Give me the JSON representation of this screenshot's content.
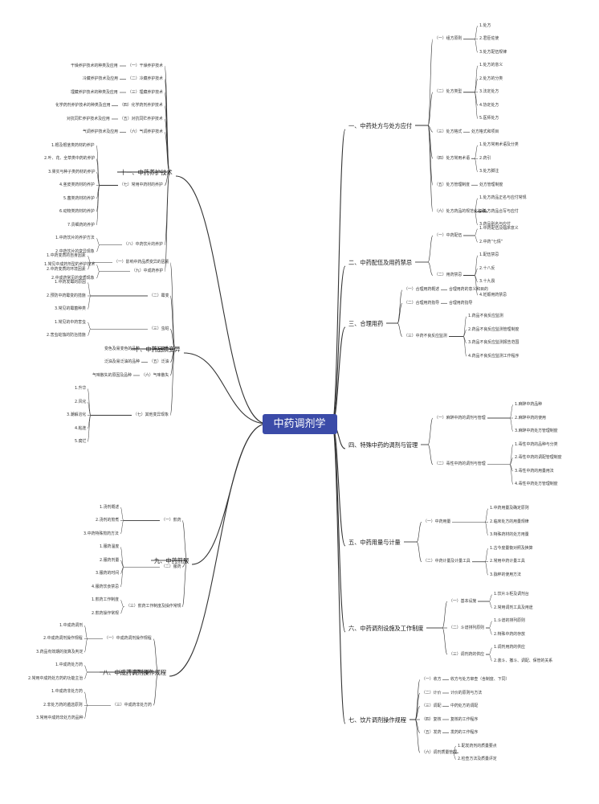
{
  "title": "中药调剂学",
  "branches": [
    {
      "label": "一、中药处方与处方应付",
      "children": [
        {
          "label": "（一）组方原则",
          "children": [
            "1.处方",
            "2.君臣佐使",
            "3.处方配伍规律"
          ]
        },
        {
          "label": "（二）处方类型",
          "children": [
            "1.处方的意义",
            "2.处方的分类",
            "3.法定处方",
            "4.协定处方",
            "5.医师处方"
          ]
        },
        {
          "label": "（三）处方格式",
          "children": [
            "处方格式和项目"
          ]
        },
        {
          "label": "（四）处方常用术语",
          "children": [
            "1.处方常用术语及分类",
            "2.药引",
            "3.处方脚注"
          ]
        },
        {
          "label": "（五）处方管理制度",
          "children": [
            "处方管理制度"
          ]
        },
        {
          "label": "（六）处方药品的规范化名称",
          "children": [
            "1.处方药品正名与应付常规",
            "2.处方药品合写与应付",
            "3.药品别名与应付"
          ]
        }
      ]
    },
    {
      "label": "二、中药配伍及用药禁忌",
      "children": [
        {
          "label": "（一）中药配伍",
          "children": [
            "1.中药配伍及临床意义",
            "2.中药“七情”"
          ]
        },
        {
          "label": "（二）用药禁忌",
          "children": [
            "1.配伍禁忌",
            "2.十八反",
            "3.十九畏",
            "4.妊娠用药禁忌"
          ]
        }
      ]
    },
    {
      "label": "三、合理用药",
      "children": [
        {
          "label": "（一）合理用药概述",
          "children": [
            "合理用药的意义和目的"
          ]
        },
        {
          "label": "（二）合理用药指导",
          "children": [
            "合理用药指导"
          ]
        },
        {
          "label": "（三）中药不良反应监测",
          "children": [
            "1.药品不良反应监测",
            "2.药品不良反应监测管理制度",
            "3.药品不良反应监测报告范围",
            "4.药品不良反应监测工作程序"
          ]
        }
      ]
    },
    {
      "label": "四、特殊中药的调剂与管理",
      "children": [
        {
          "label": "（一）麻醉中药的调剂与管理",
          "children": [
            "1.麻醉中药品种",
            "2.麻醉中药的使用",
            "3.麻醉中药处方管理制度"
          ]
        },
        {
          "label": "（二）毒性中药的调剂与管理",
          "children": [
            "1.毒性中药的品种与分类",
            "2.毒性中药的调配管理制度",
            "3.毒性中药的用量用法",
            "4.毒性中药处方管理制度"
          ]
        }
      ]
    },
    {
      "label": "五、中药用量与计量",
      "children": [
        {
          "label": "（一）中药用量",
          "children": [
            "1.中药用量及确定原则",
            "2.临床处方的用量规律",
            "3.特殊药材的处方用量"
          ]
        },
        {
          "label": "（二）中药计量及计量工具",
          "children": [
            "1.古今度量衡对照及换算",
            "2.常用中药计量工具",
            "3.戥秤的使用方法"
          ]
        }
      ]
    },
    {
      "label": "六、中药调剂设施及工作制度",
      "children": [
        {
          "label": "（一）基本设施",
          "children": [
            "1.饮片斗柜及调剂台",
            "2.常用调剂工具及用途"
          ]
        },
        {
          "label": "（二）斗谱排列原则",
          "children": [
            "1.斗谱的排列原则",
            "2.特殊中药的存放"
          ]
        },
        {
          "label": "（三）调剂药的供应",
          "children": [
            "1.调剂用药的供应",
            "2.装斗、撤斗、调配、保管的关系"
          ]
        }
      ]
    },
    {
      "label": "七、饮片调剂操作规程",
      "children": [
        {
          "label": "（一）收方",
          "children": [
            "收方与处方审查（含制度、下同）"
          ]
        },
        {
          "label": "（二）计价",
          "children": [
            "计价的原则与方法"
          ]
        },
        {
          "label": "（三）调配",
          "children": [
            "中药处方的调配"
          ]
        },
        {
          "label": "（四）复核",
          "children": [
            "复核的工作程序"
          ]
        },
        {
          "label": "（五）发药",
          "children": [
            "发药的工作程序"
          ]
        },
        {
          "label": "（六）调剂质量管理",
          "children": [
            "1.配发药剂的质量要点",
            "2.检查方法及质量评定"
          ]
        }
      ]
    },
    {
      "label": "八、中成药调剂操作规程",
      "children": [
        {
          "label": "（一）中成药调剂操作规程",
          "children": [
            "1.中成药调剂",
            "2.中成药调剂操作规程",
            "3.药品有效期的批算及判定"
          ]
        },
        {
          "label": "（二）中成药处方药",
          "children": [
            "1.中成药处方药",
            "2.常用中成药处方药的功能主治"
          ]
        },
        {
          "label": "（三）中成药非处方药",
          "children": [
            "1.中成药非处方药",
            "2.非处方药的遴选原则",
            "3.常用中成药非处方药品种"
          ]
        }
      ]
    },
    {
      "label": "九、中药煎服",
      "children": [
        {
          "label": "（一）煎药",
          "children": [
            "1.汤剂概述",
            "2.汤剂的煎煮",
            "3.中药特殊煎药方法"
          ]
        },
        {
          "label": "（二）服药",
          "children": [
            "1.服药温度",
            "2.服药剂量",
            "3.服药的时间",
            "4.服药饮食禁忌"
          ]
        },
        {
          "label": "（三）煎药工作制度及操作常规",
          "children": [
            "1.煎药工作制度",
            "2.煎药操作常规"
          ]
        }
      ]
    },
    {
      "label": "十、中药品质变异",
      "children": [
        {
          "label": "（一）影响中药品质变异的因素",
          "children": [
            "1.中药变质的自身因素",
            "2.中药变质的环境因素"
          ]
        },
        {
          "label": "（二）霉变",
          "children": [
            "1.中药发霉的原因",
            "2.预防中药霉变的措施",
            "3.常见的霉菌种类"
          ]
        },
        {
          "label": "（三）虫蛀",
          "children": [
            "1.常见的中药害虫",
            "2.害虫蛀蚀的防治措施"
          ]
        },
        {
          "label": "（四）变色",
          "children": [
            "变色及易变色的品种"
          ]
        },
        {
          "label": "（五）泛油",
          "children": [
            "泛油及易泛油的品种"
          ]
        },
        {
          "label": "（六）气味散失",
          "children": [
            "气味散失的原因及品种"
          ]
        },
        {
          "label": "（七）其他变异现象",
          "children": [
            "1.升华",
            "2.风化",
            "3.潮解溶化",
            "4.粘连",
            "5.腐烂"
          ]
        }
      ]
    },
    {
      "label": "十一、中药养护技术",
      "children": [
        {
          "label": "（一）干燥养护技术",
          "children": [
            "干燥养护技术的种类及应用"
          ]
        },
        {
          "label": "（二）冷藏养护技术",
          "children": [
            "冷藏养护技术及应用"
          ]
        },
        {
          "label": "（三）埋藏养护技术",
          "children": [
            "埋藏养护技术的种类及应用"
          ]
        },
        {
          "label": "（四）化学药剂养护技术",
          "children": [
            "化学药剂养护技术的种类及应用"
          ]
        },
        {
          "label": "（五）对抗同贮养护技术",
          "children": [
            "对抗同贮养护技术及应用"
          ]
        },
        {
          "label": "（六）气调养护技术",
          "children": [
            "气调养护技术及应用"
          ]
        },
        {
          "label": "（七）常用中药材的养护",
          "children": [
            "1.根及根茎类药材的养护",
            "2.叶、花、全草类中药的养护",
            "3.果实与种子类药材的养护",
            "4.茎皮类药材的养护",
            "5.菌类药材的养护",
            "6.动物类药材的养护",
            "7.贵细药的养护"
          ]
        },
        {
          "label": "（八）中药饮片的养护",
          "children": [
            "1.中药饮片的养护方法",
            "2.中药饮片的变异现象"
          ]
        },
        {
          "label": "（九）中成药养护",
          "children": [
            "1.常见中成药剂型的养护技术",
            "2.中成药常见的变质现象"
          ]
        }
      ]
    }
  ],
  "colors": {
    "central_bg": "#3b4ba8",
    "central_text": "#ffffff",
    "line": "#333333",
    "text": "#222222"
  }
}
